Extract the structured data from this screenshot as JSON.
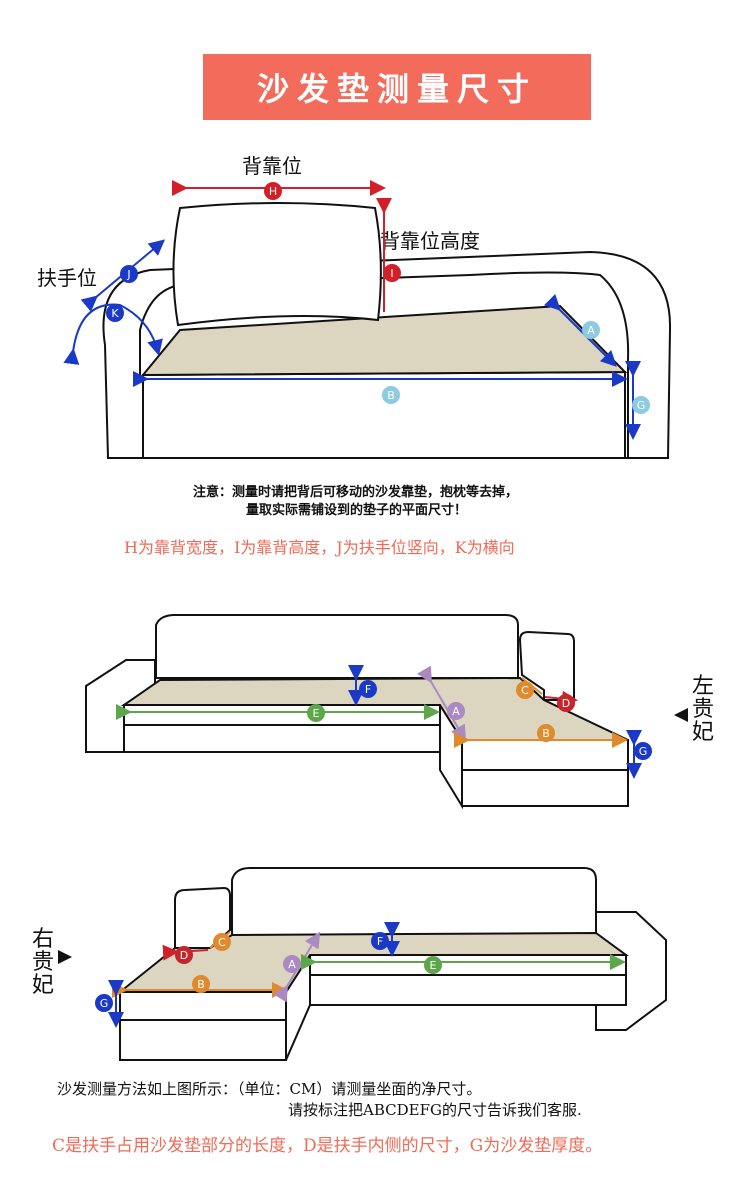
{
  "title": "沙发垫测量尺寸",
  "diagram1": {
    "label_backrest": "背靠位",
    "label_backrest_height": "背靠位高度",
    "label_armrest": "扶手位",
    "markers": [
      "H",
      "I",
      "J",
      "K",
      "A",
      "B",
      "G"
    ],
    "note_line1": "注意：测量时请把背后可移动的沙发靠垫，抱枕等去掉，",
    "note_line2": "量取实际需铺设到的垫子的平面尺寸！",
    "legend": "H为靠背宽度，I为靠背高度，J为扶手位竖向，K为横向"
  },
  "diagram2": {
    "side_label": [
      "左",
      "贵",
      "妃"
    ],
    "markers": [
      "F",
      "E",
      "A",
      "C",
      "D",
      "B",
      "G"
    ]
  },
  "diagram3": {
    "side_label": [
      "右",
      "贵",
      "妃"
    ],
    "markers": [
      "D",
      "C",
      "B",
      "G",
      "A",
      "F",
      "E"
    ]
  },
  "footer": {
    "line1": "沙发测量方法如上图所示：（单位：CM）请测量坐面的净尺寸。",
    "line2": "请按标注把ABCDEFG的尺寸告诉我们客服.",
    "line3": "C是扶手占用沙发垫部分的长度，D是扶手内侧的尺寸，G为沙发垫厚度。"
  },
  "colors": {
    "banner": "#f26b5b",
    "accent_text": "#f06a55",
    "cushion": "#dcd6c0",
    "red_marker": "#d2202a",
    "blue_marker": "#1b39c7",
    "light_blue_marker": "#8ccbe0",
    "green_marker": "#5ea64a",
    "purple_marker": "#a98ac2",
    "orange_marker": "#e08a2e",
    "dark_red_marker": "#c3262c"
  }
}
